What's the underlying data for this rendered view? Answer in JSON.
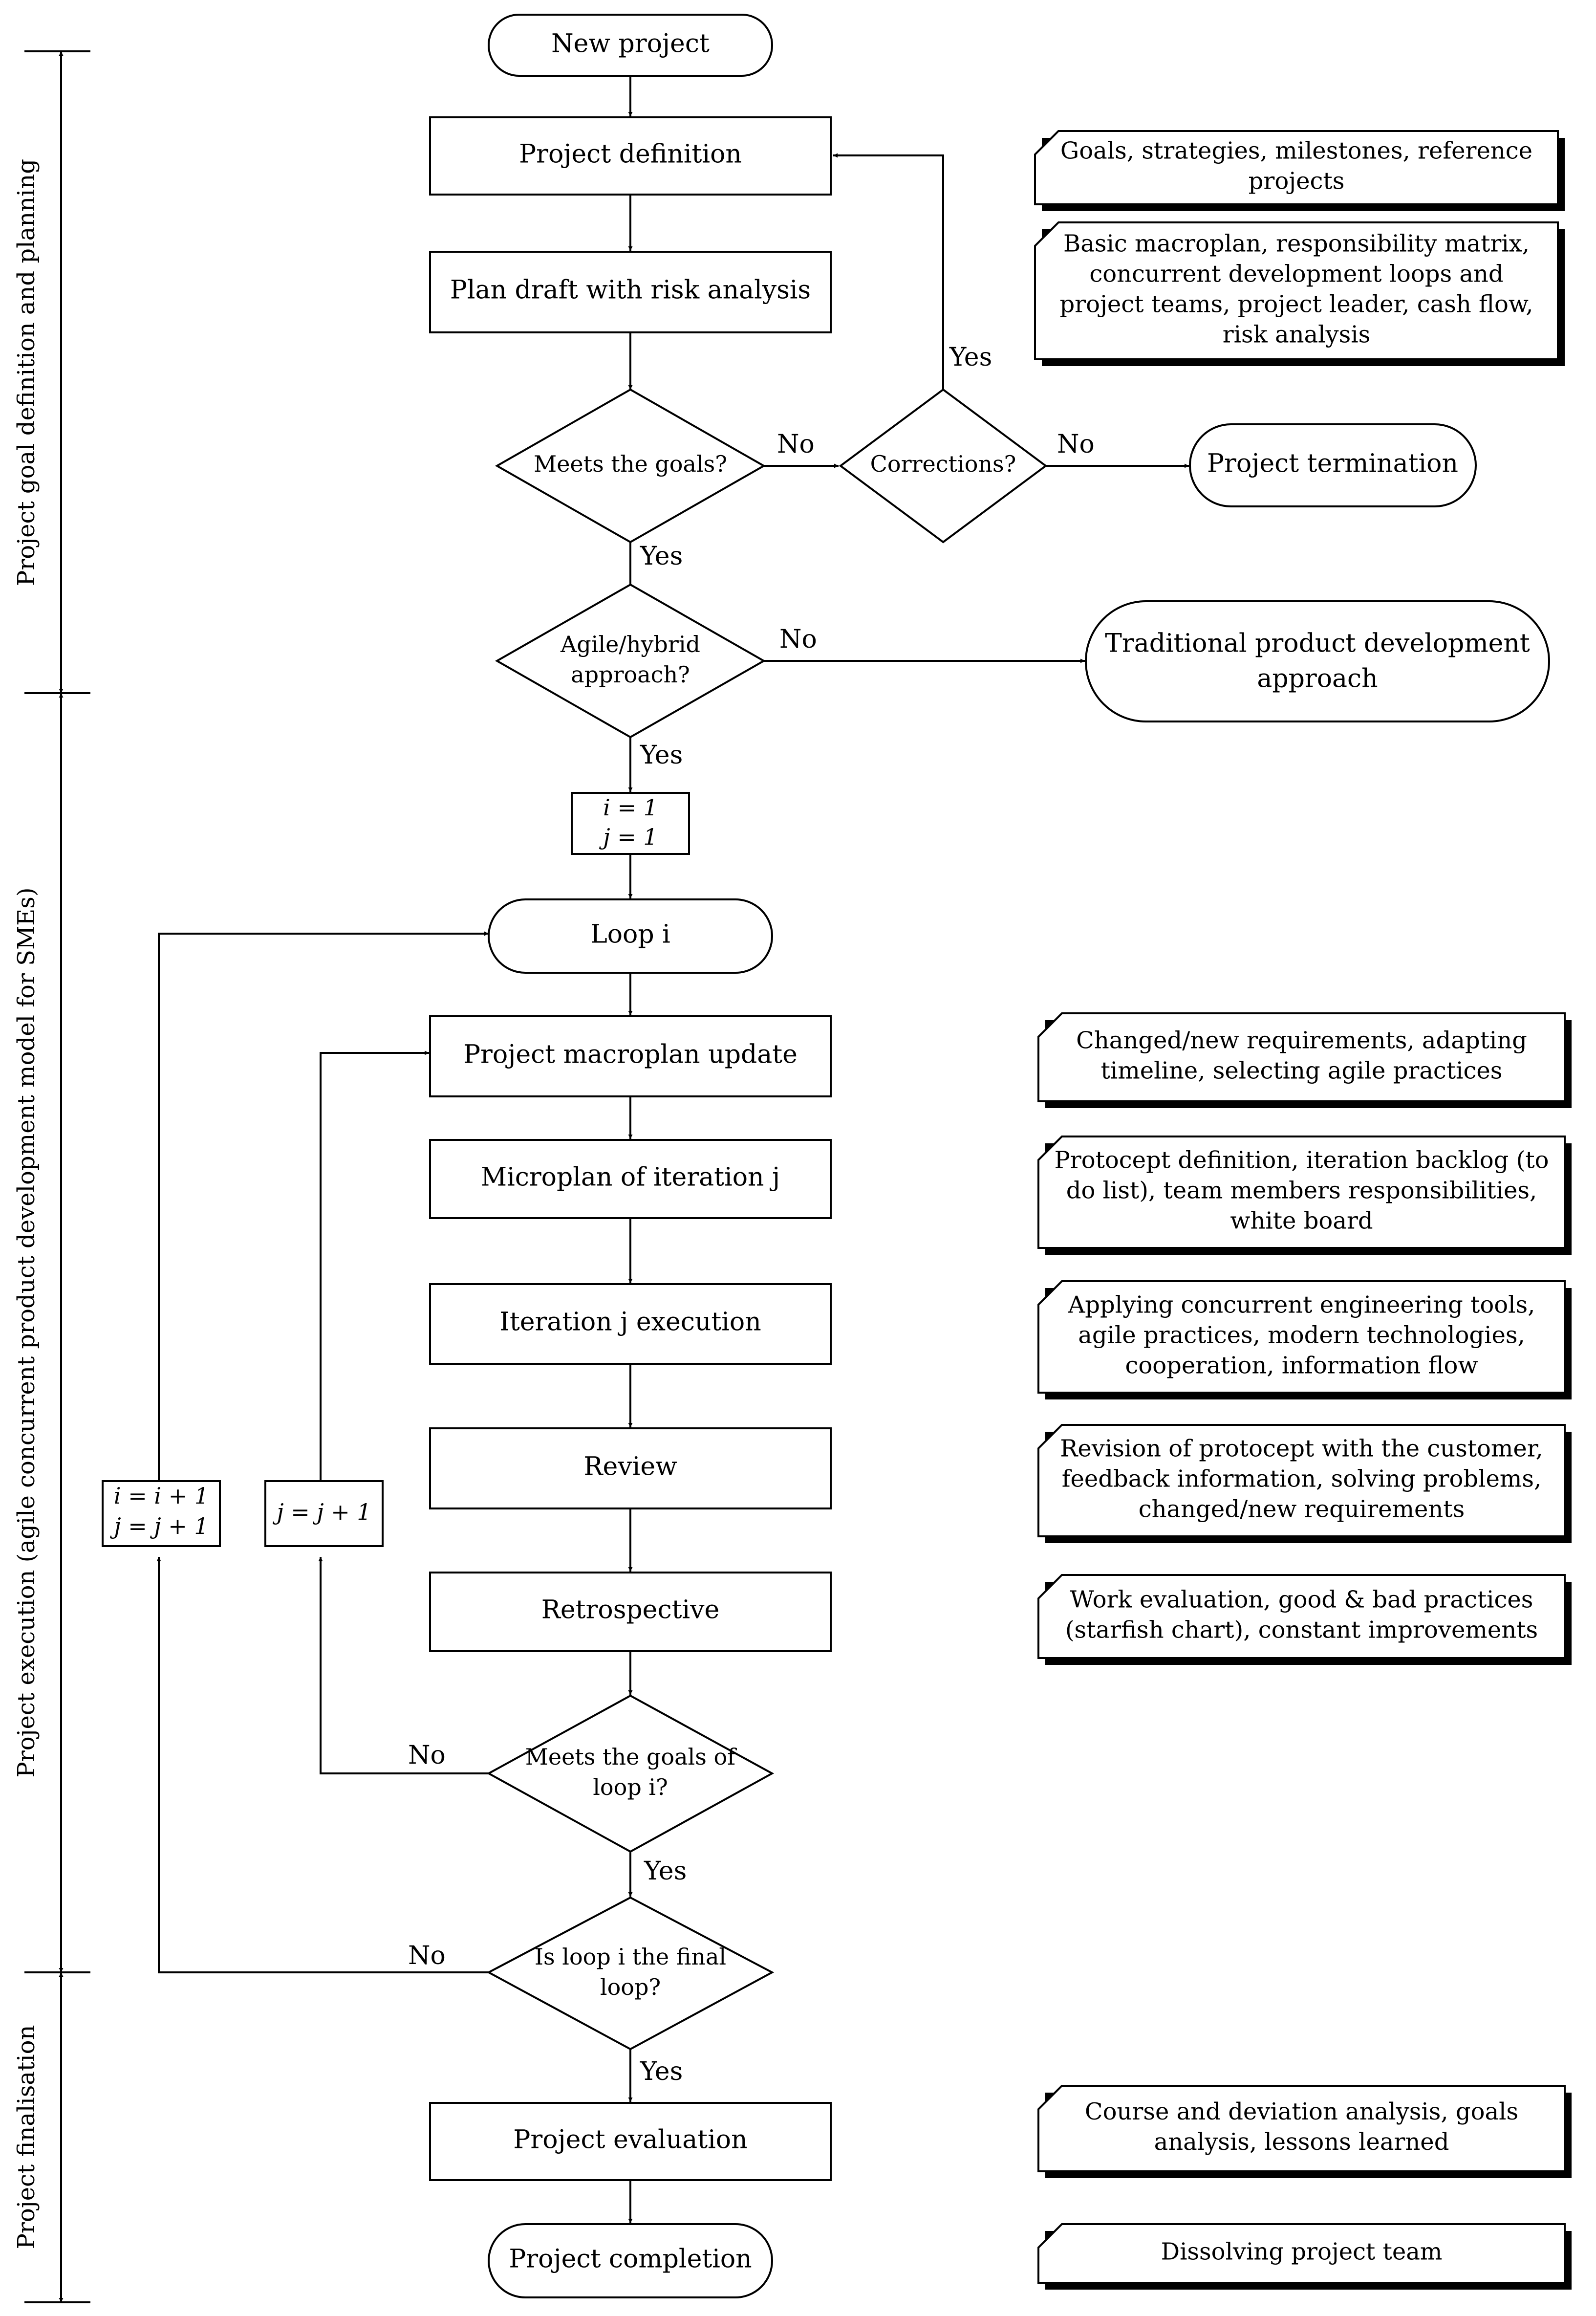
{
  "nodes": {
    "new_project": "New project",
    "project_definition": "Project definition",
    "plan_draft": "Plan draft with risk analysis",
    "meets_goals": "Meets the goals?",
    "corrections": "Corrections?",
    "project_termination": "Project termination",
    "agile_line1": "Agile/hybrid",
    "agile_line2": "approach?",
    "traditional_line1": "Traditional product development",
    "traditional_line2": "approach",
    "init_i": "i = 1",
    "init_j": "j = 1",
    "loop_i": "Loop i",
    "macroplan_update": "Project macroplan update",
    "microplan": "Microplan of iteration j",
    "iteration_exec": "Iteration j execution",
    "review": "Review",
    "retrospective": "Retrospective",
    "meets_loop_line1": "Meets the goals of",
    "meets_loop_line2": "loop i?",
    "final_loop_line1": "Is loop i the final",
    "final_loop_line2": "loop?",
    "inc_i_line1": "i = i + 1",
    "inc_i_line2": "j = j + 1",
    "inc_j": "j = j + 1",
    "project_evaluation": "Project evaluation",
    "project_completion": "Project completion"
  },
  "edge_labels": {
    "yes": "Yes",
    "no": "No"
  },
  "notes": {
    "goals": [
      "Goals, strategies, milestones, reference",
      "projects"
    ],
    "macroplan": [
      "Basic macroplan, responsibility matrix,",
      "concurrent development loops and",
      "project teams, project leader, cash flow,",
      "risk analysis"
    ],
    "requirements": [
      "Changed/new requirements, adapting",
      "timeline, selecting agile practices"
    ],
    "protocept": [
      "Protocept definition, iteration backlog (to",
      "do list), team members responsibilities,",
      "white board"
    ],
    "tools": [
      "Applying concurrent engineering tools,",
      "agile practices, modern technologies,",
      "cooperation, information flow"
    ],
    "revision": [
      "Revision of protocept with the customer,",
      "feedback information, solving problems,",
      "changed/new requirements"
    ],
    "evaluation": [
      "Work evaluation, good & bad practices",
      "(starfish chart), constant improvements"
    ],
    "course": [
      "Course and deviation analysis, goals",
      "analysis, lessons learned"
    ],
    "dissolving": [
      "Dissolving project team"
    ]
  },
  "phases": {
    "planning": "Project goal definition and planning",
    "execution": "Project execution (agile concurrent product development model for SMEs)",
    "finalisation": "Project finalisation"
  }
}
